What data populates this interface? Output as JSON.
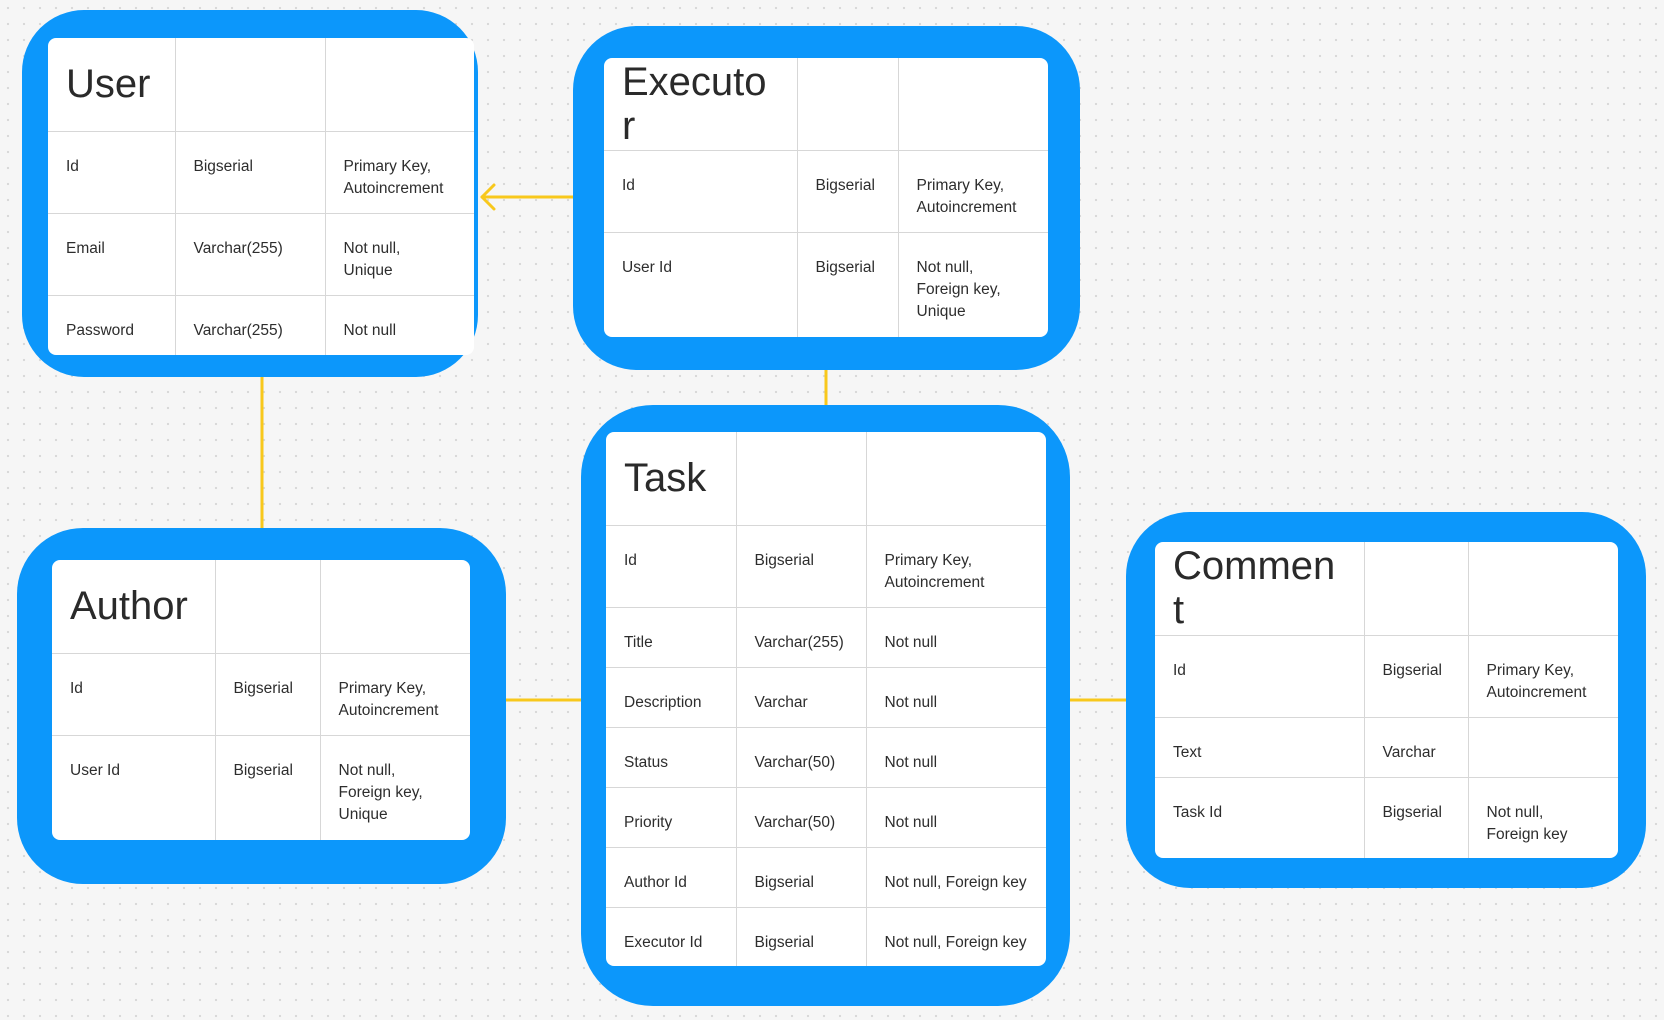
{
  "colors": {
    "frame": "#0c97fb",
    "card": "#ffffff",
    "connector": "#f8c81c",
    "grid_line": "#d7d7d7",
    "canvas_dots": "#d9d9d9"
  },
  "entities": [
    {
      "id": "user",
      "title": "User",
      "rows": [
        {
          "name": "Id",
          "type": "Bigserial",
          "constraints": "Primary Key,\nAutoincrement"
        },
        {
          "name": "Email",
          "type": "Varchar(255)",
          "constraints": "Not null,\nUnique"
        },
        {
          "name": "Password",
          "type": "Varchar(255)",
          "constraints": "Not null"
        }
      ]
    },
    {
      "id": "executor",
      "title": "Executor",
      "rows": [
        {
          "name": "Id",
          "type": "Bigserial",
          "constraints": "Primary Key,\nAutoincrement"
        },
        {
          "name": "User Id",
          "type": "Bigserial",
          "constraints": "Not null,\nForeign key,\nUnique"
        }
      ]
    },
    {
      "id": "author",
      "title": "Author",
      "rows": [
        {
          "name": "Id",
          "type": "Bigserial",
          "constraints": "Primary Key,\nAutoincrement"
        },
        {
          "name": "User Id",
          "type": "Bigserial",
          "constraints": "Not null,\nForeign key,\nUnique"
        }
      ]
    },
    {
      "id": "task",
      "title": "Task",
      "rows": [
        {
          "name": "Id",
          "type": "Bigserial",
          "constraints": "Primary Key,\nAutoincrement"
        },
        {
          "name": "Title",
          "type": "Varchar(255)",
          "constraints": "Not null"
        },
        {
          "name": "Description",
          "type": "Varchar",
          "constraints": "Not null"
        },
        {
          "name": "Status",
          "type": "Varchar(50)",
          "constraints": "Not null"
        },
        {
          "name": "Priority",
          "type": "Varchar(50)",
          "constraints": "Not null"
        },
        {
          "name": "Author Id",
          "type": "Bigserial",
          "constraints": "Not null, Foreign key"
        },
        {
          "name": "Executor Id",
          "type": "Bigserial",
          "constraints": "Not null, Foreign key"
        }
      ]
    },
    {
      "id": "comment",
      "title": "Comment",
      "rows": [
        {
          "name": "Id",
          "type": "Bigserial",
          "constraints": "Primary Key,\nAutoincrement"
        },
        {
          "name": "Text",
          "type": "Varchar",
          "constraints": ""
        },
        {
          "name": "Task Id",
          "type": "Bigserial",
          "constraints": "Not null,\nForeign key"
        }
      ]
    }
  ],
  "relations": [
    {
      "from": "executor",
      "to": "user"
    },
    {
      "from": "author",
      "to": "user"
    },
    {
      "from": "task",
      "to": "executor"
    },
    {
      "from": "task",
      "to": "author"
    },
    {
      "from": "comment",
      "to": "task"
    }
  ]
}
